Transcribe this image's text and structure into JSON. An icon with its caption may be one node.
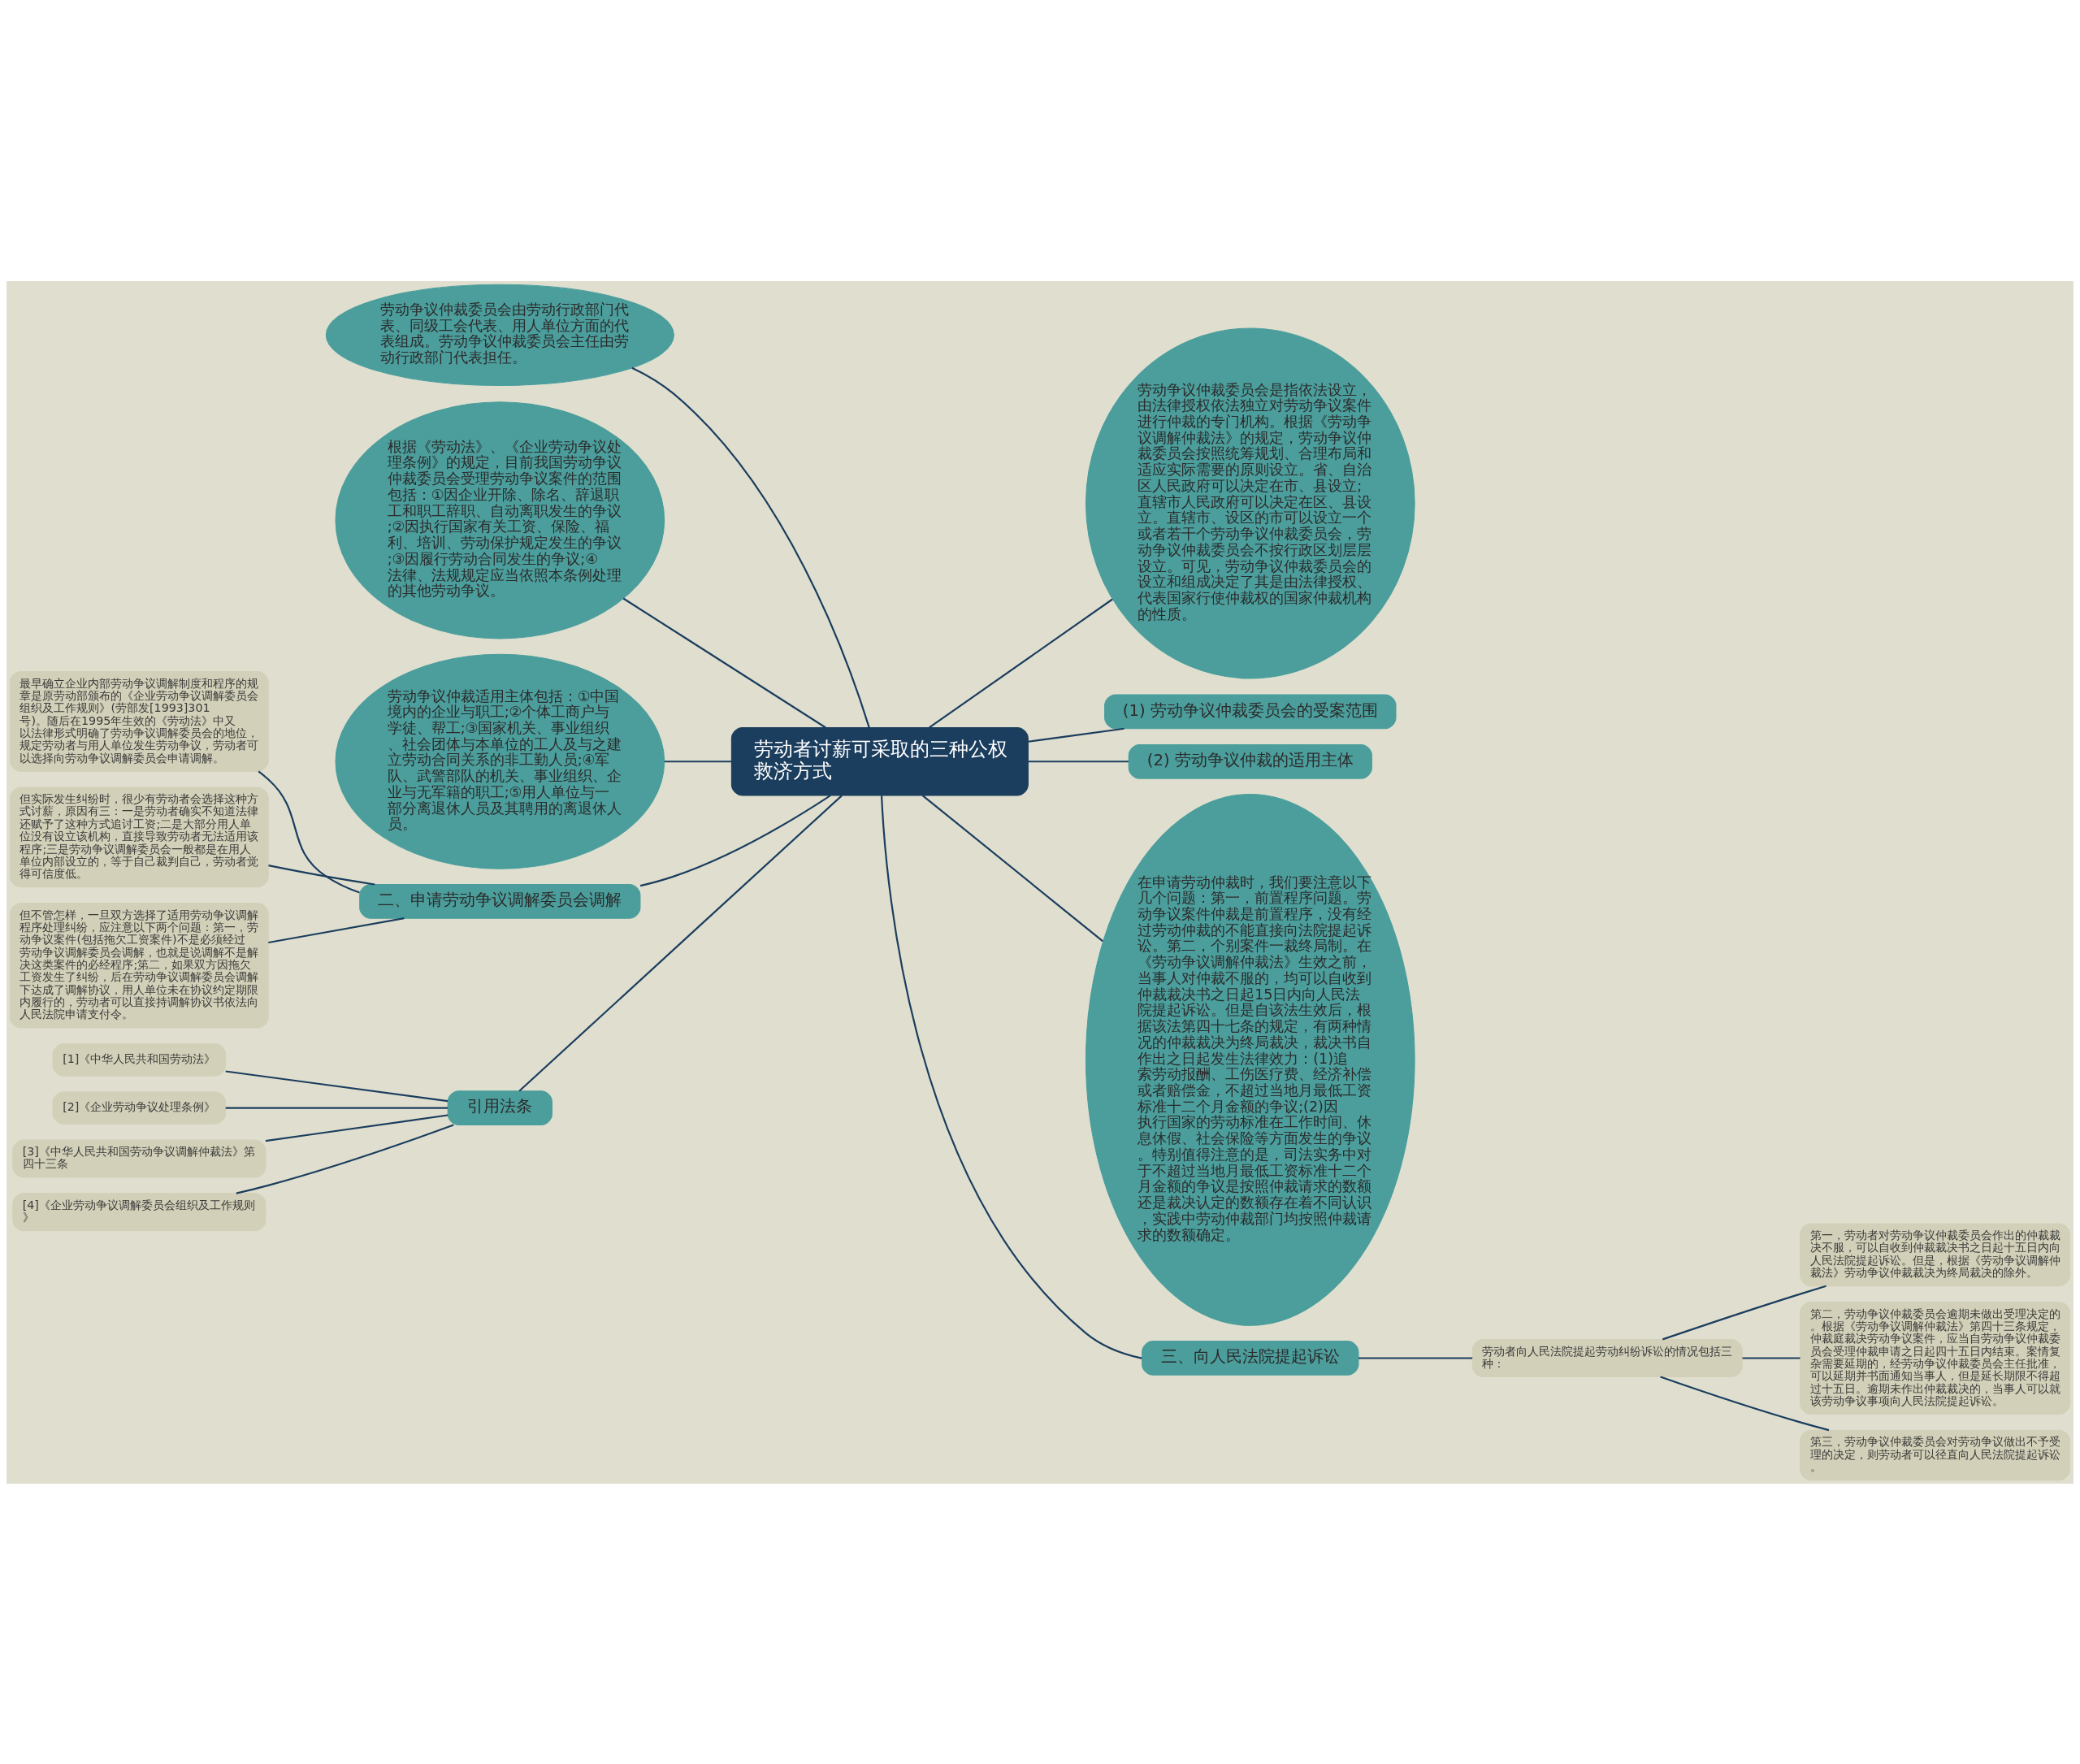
{
  "diagram": {
    "nodes": [
      {
        "text": [
          "劳动者讨薪可采取的三种公权救济方式"
        ]
      },
      {
        "text": [
          "劳动争议仲裁委员会由劳动行政部门代表、同级工会代表、用人单位方面的代表组成。劳动争议仲裁委员会主任由劳动行政部门代表担任。"
        ]
      },
      {
        "text": [
          "根据《劳动法》、《企业劳动争议处理条例》的规定，目前我国劳动争议仲裁委员会受理劳动争议案件的范围包括：①因企业开除、除名、辞退职工和职工辞职、自动离职发生的争议;②因执行国家有关工资、保险、福利、培训、劳动保护规定发生的争议;③因履行劳动合同发生的争议;④法律、法规规定应当依照本条例处理的其他劳动争议。"
        ]
      },
      {
        "text": [
          "劳动争议仲裁适用主体包括：①中国境内的企业与职工;②个体工商户与学徒、帮工;③国家机关、事业组织、社会团体与本单位的工人及与之建立劳动合同关系的非工勤人员;④军队、武警部队的机关、事业组织、企业与无军籍的职工;⑤用人单位与一部分离退休人员及其聘用的离退休人员。"
        ]
      },
      {
        "text": [
          "劳动争议仲裁委员会是指依法设立，由法律授权依法独立对劳动争议案件进行仲裁的专门机构。根据《劳动争议调解仲裁法》的规定，劳动争议仲裁委员会按照统筹规划、合理布局和适应实际需要的原则设立。省、自治区人民政府可以决定在市、县设立;直辖市人民政府可以决定在区、县设立。直辖市、设区的市可以设立一个或者若干个劳动争议仲裁委员会，劳动争议仲裁委员会不按行政区划层层设立。可见，劳动争议仲裁委员会的设立和组成决定了其是由法律授权、代表国家行使仲裁权的国家仲裁机构的性质。"
        ]
      },
      {
        "text": [
          "(1) 劳动争议仲裁委员会的受案范围"
        ]
      },
      {
        "text": [
          "(2) 劳动争议仲裁的适用主体"
        ]
      },
      {
        "text": [
          "在申请劳动仲裁时，我们要注意以下几个问题：第一，前置程序问题。劳动争议案件仲裁是前置程序，没有经过劳动仲裁的不能直接向法院提起诉讼。第二，个别案件一裁终局制。在《劳动争议调解仲裁法》生效之前，当事人对仲裁不服的，均可以自收到仲裁裁决书之日起15日内向人民法院提起诉讼。但是自该法生效后，根据该法第四十七条的规定，有两种情况的仲裁裁决为终局裁决，裁决书自作出之日起发生法律效力：(1)追索劳动报酬、工伤医疗费、经济补偿或者赔偿金，不超过当地月最低工资标准十二个月金额的争议;(2)因执行国家的劳动标准在工作时间、休息休假、社会保险等方面发生的争议。特别值得注意的是，司法实务中对于不超过当地月最低工资标准十二个月金额的争议是按照仲裁请求的数额还是裁决认定的数额存在着不同认识，实践中劳动仲裁部门均按照仲裁请求的数额确定。"
        ]
      },
      {
        "text": [
          "二、申请劳动争议调解委员会调解"
        ]
      },
      {
        "text": [
          "最早确立企业内部劳动争议调解制度和程序的规章是原劳动部颁布的《企业劳动争议调解委员会组织及工作规则》(劳部发[1993]301号)。随后在1995年生效的《劳动法》中又以法律形式明确了劳动争议调解委员会的地位，规定劳动者与用人单位发生劳动争议，劳动者可以选择向劳动争议调解委员会申请调解。"
        ]
      },
      {
        "text": [
          "但实际发生纠纷时，很少有劳动者会选择这种方式讨薪，原因有三：一是劳动者确实不知道法律还赋予了这种方式追讨工资;二是大部分用人单位没有设立该机构，直接导致劳动者无法适用该程序;三是劳动争议调解委员会一般都是在用人单位内部设立的，等于自己裁判自己，劳动者觉得可信度低。"
        ]
      },
      {
        "text": [
          "但不管怎样，一旦双方选择了适用劳动争议调解程序处理纠纷，应注意以下两个问题：第一，劳动争议案件(包括拖欠工资案件)不是必须经过劳动争议调解委员会调解，也就是说调解不是解决这类案件的必经程序;第二，如果双方因拖欠工资发生了纠纷，后在劳动争议调解委员会调解下达成了调解协议，用人单位未在协议约定期限内履行的，劳动者可以直接持调解协议书依法向人民法院申请支付令。"
        ]
      },
      {
        "text": [
          "引用法条"
        ]
      },
      {
        "text": [
          "[1]《中华人民共和国劳动法》"
        ]
      },
      {
        "text": [
          "[2]《企业劳动争议处理条例》"
        ]
      },
      {
        "text": [
          "[3]《中华人民共和国劳动争议调解仲裁法》第四十三条"
        ]
      },
      {
        "text": [
          "[4]《企业劳动争议调解委员会组织及工作规则》"
        ]
      },
      {
        "text": [
          "三、向人民法院提起诉讼"
        ]
      },
      {
        "text": [
          "劳动者向人民法院提起劳动纠纷诉讼的情况包括三种："
        ]
      },
      {
        "text": [
          "第一，劳动者对劳动争议仲裁委员会作出的仲裁裁决不服，可以自收到仲裁裁决书之日起十五日内向人民法院提起诉讼。但是，根据《劳动争议调解仲裁法》劳动争议仲裁裁决为终局裁决的除外。"
        ]
      },
      {
        "text": [
          "第二，劳动争议仲裁委员会逾期未做出受理决定的。根据《劳动争议调解仲裁法》第四十三条规定，仲裁庭裁决劳动争议案件，应当自劳动争议仲裁委员会受理仲裁申请之日起四十五日内结束。案情复杂需要延期的，经劳动争议仲裁委员会主任批准，可以延期并书面通知当事人，但是延长期限不得超过十五日。逾期未作出仲裁裁决的，当事人可以就该劳动争议事项向人民法院提起诉讼。"
        ]
      },
      {
        "text": [
          "第三，劳动争议仲裁委员会对劳动争议做出不予受理的决定，则劳动者可以径直向人民法院提起诉讼。"
        ]
      }
    ],
    "edges": [
      {
        "from": 0,
        "to": 1,
        "arrow": "none"
      },
      {
        "from": 0,
        "to": 2,
        "arrow": "none"
      },
      {
        "from": 0,
        "to": 3,
        "arrow": "none"
      },
      {
        "from": 0,
        "to": 4,
        "arrow": "none"
      },
      {
        "from": 0,
        "to": 5,
        "arrow": "none"
      },
      {
        "from": 0,
        "to": 6,
        "arrow": "none"
      },
      {
        "from": 0,
        "to": 7,
        "arrow": "none"
      },
      {
        "from": 0,
        "to": 8,
        "arrow": "none"
      },
      {
        "from": 8,
        "to": 9,
        "arrow": "none"
      },
      {
        "from": 8,
        "to": 10,
        "arrow": "none"
      },
      {
        "from": 8,
        "to": 11,
        "arrow": "none"
      },
      {
        "from": 0,
        "to": 12,
        "arrow": "none"
      },
      {
        "from": 12,
        "to": 13,
        "arrow": "none"
      },
      {
        "from": 12,
        "to": 14,
        "arrow": "none"
      },
      {
        "from": 12,
        "to": 15,
        "arrow": "none"
      },
      {
        "from": 12,
        "to": 16,
        "arrow": "none"
      },
      {
        "from": 0,
        "to": 17,
        "arrow": "none"
      },
      {
        "from": 17,
        "to": 18,
        "arrow": "none"
      },
      {
        "from": 18,
        "to": 19,
        "arrow": "none"
      },
      {
        "from": 18,
        "to": 20,
        "arrow": "none"
      },
      {
        "from": 18,
        "to": 21,
        "arrow": "none"
      }
    ]
  }
}
